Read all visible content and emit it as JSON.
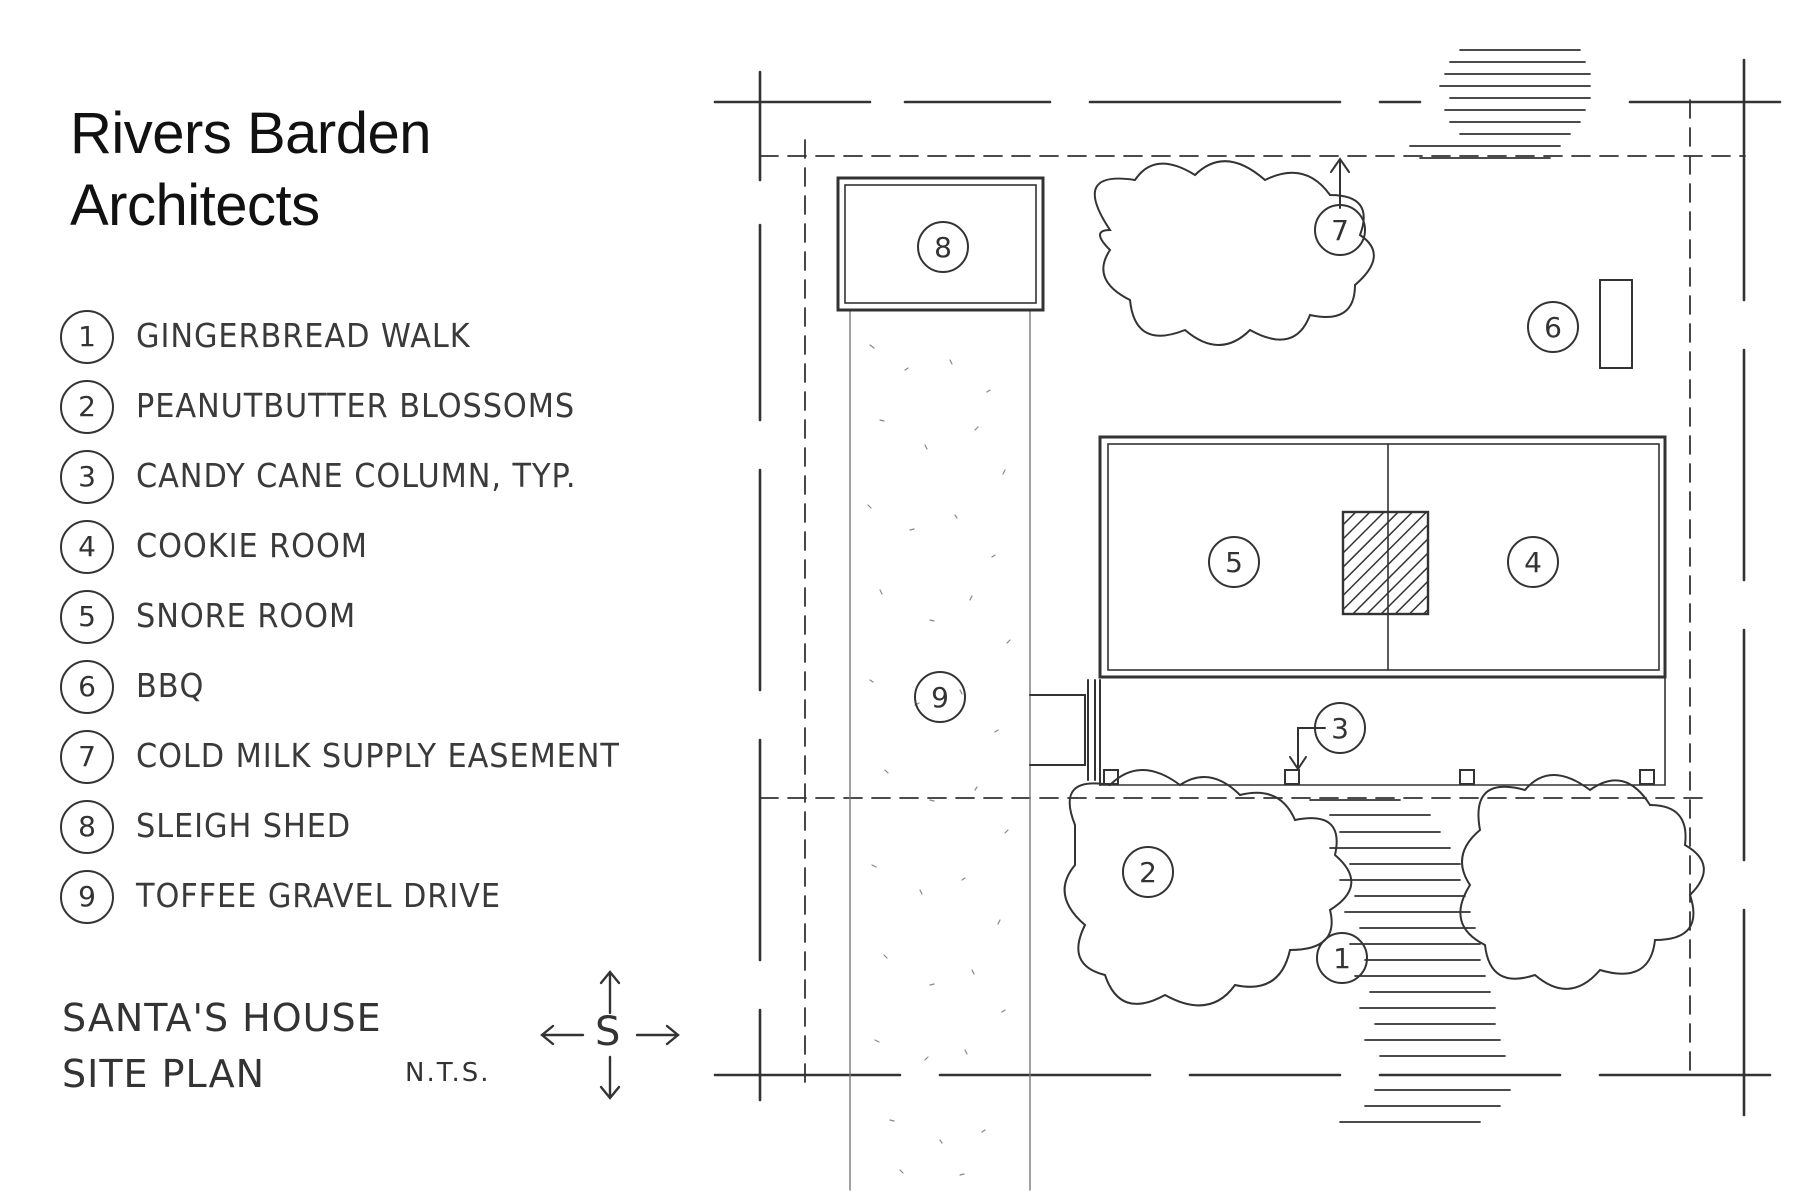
{
  "firm": {
    "line1": "Rivers Barden",
    "line2": "Architects"
  },
  "legend": [
    {
      "num": "1",
      "label": "GINGERBREAD WALK"
    },
    {
      "num": "2",
      "label": "PEANUTBUTTER BLOSSOMS"
    },
    {
      "num": "3",
      "label": "CANDY CANE COLUMN, TYP."
    },
    {
      "num": "4",
      "label": "COOKIE ROOM"
    },
    {
      "num": "5",
      "label": "SNORE ROOM"
    },
    {
      "num": "6",
      "label": "BBQ"
    },
    {
      "num": "7",
      "label": "COLD MILK SUPPLY EASEMENT"
    },
    {
      "num": "8",
      "label": "SLEIGH SHED"
    },
    {
      "num": "9",
      "label": "TOFFEE GRAVEL DRIVE"
    }
  ],
  "sheet": {
    "line1": "SANTA'S HOUSE",
    "line2": "SITE PLAN",
    "scale": "N.T.S."
  },
  "compass": {
    "label": "S"
  },
  "plan_tags": {
    "t1": "1",
    "t2": "2",
    "t3": "3",
    "t4": "4",
    "t5": "5",
    "t6": "6",
    "t7": "7",
    "t8": "8",
    "t9": "9"
  }
}
